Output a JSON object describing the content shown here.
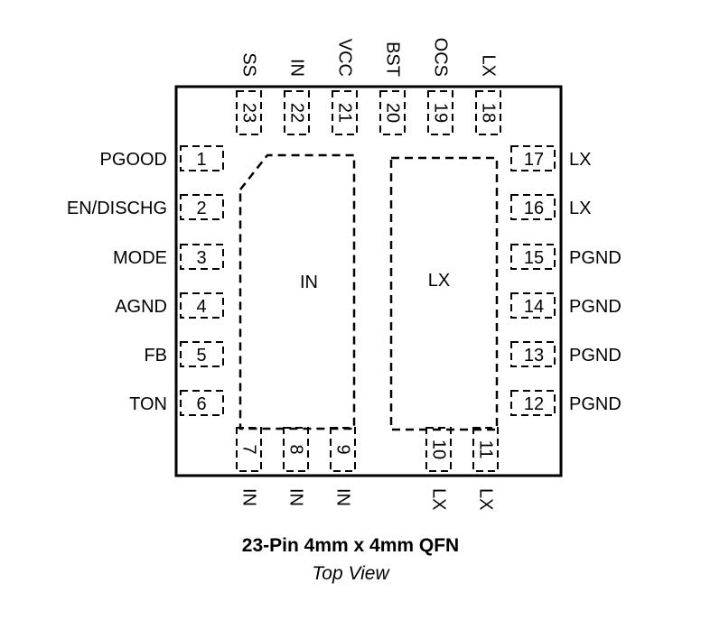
{
  "package": {
    "left_pins": [
      {
        "num": "1",
        "name": "PGOOD"
      },
      {
        "num": "2",
        "name": "EN/DISCHG"
      },
      {
        "num": "3",
        "name": "MODE"
      },
      {
        "num": "4",
        "name": "AGND"
      },
      {
        "num": "5",
        "name": "FB"
      },
      {
        "num": "6",
        "name": "TON"
      }
    ],
    "bottom_pins": [
      {
        "num": "7",
        "name": "IN"
      },
      {
        "num": "8",
        "name": "IN"
      },
      {
        "num": "9",
        "name": "IN"
      },
      {
        "num": "10",
        "name": "LX"
      },
      {
        "num": "11",
        "name": "LX"
      }
    ],
    "right_pins": [
      {
        "num": "12",
        "name": "PGND"
      },
      {
        "num": "13",
        "name": "PGND"
      },
      {
        "num": "14",
        "name": "PGND"
      },
      {
        "num": "15",
        "name": "PGND"
      },
      {
        "num": "16",
        "name": "LX"
      },
      {
        "num": "17",
        "name": "LX"
      }
    ],
    "top_pins": [
      {
        "num": "18",
        "name": "LX"
      },
      {
        "num": "19",
        "name": "OCS"
      },
      {
        "num": "20",
        "name": "BST"
      },
      {
        "num": "21",
        "name": "VCC"
      },
      {
        "num": "22",
        "name": "IN"
      },
      {
        "num": "23",
        "name": "SS"
      }
    ],
    "pads": {
      "in_pad": "IN",
      "lx_pad": "LX"
    }
  },
  "caption": {
    "title": "23-Pin 4mm x 4mm QFN",
    "subtitle": "Top View"
  }
}
